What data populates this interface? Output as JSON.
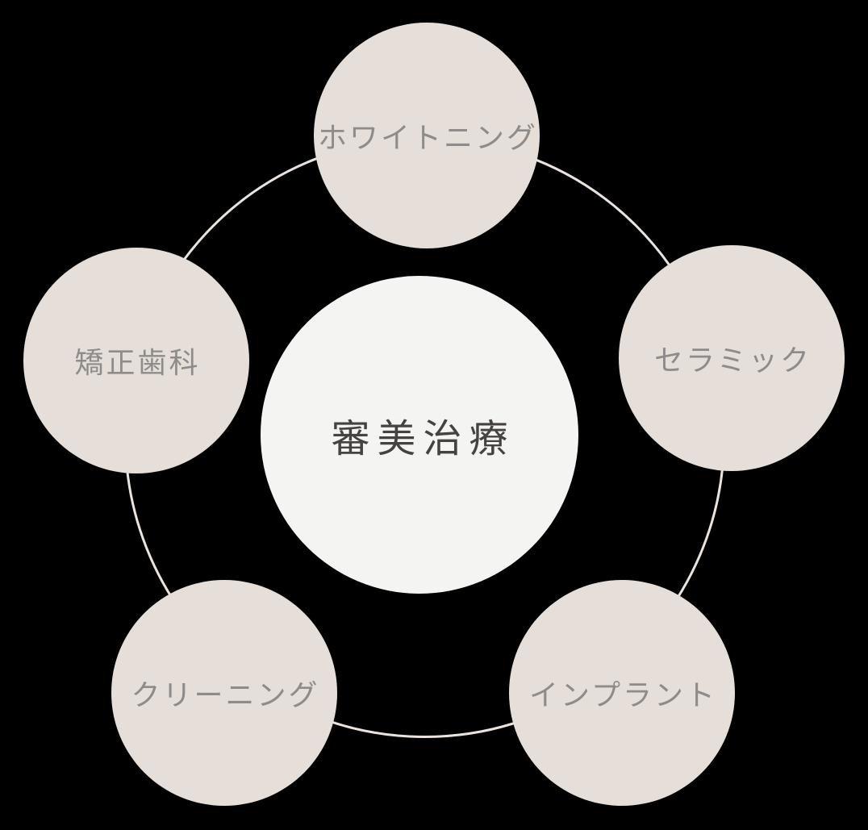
{
  "diagram": {
    "center_circle": {
      "label": "審美治療"
    },
    "satellites": [
      {
        "label": "ホワイトニング"
      },
      {
        "label": "セラミック"
      },
      {
        "label": "インプラント"
      },
      {
        "label": "クリーニング"
      },
      {
        "label": "矯正歯科"
      }
    ],
    "colors": {
      "background": "#000000",
      "ring": "#ebe4de",
      "satellite-fill": "#e6dfd9",
      "satellite-text": "#8e8c8b",
      "center-fill": "#f4f4f3",
      "center-text": "#454240"
    }
  }
}
